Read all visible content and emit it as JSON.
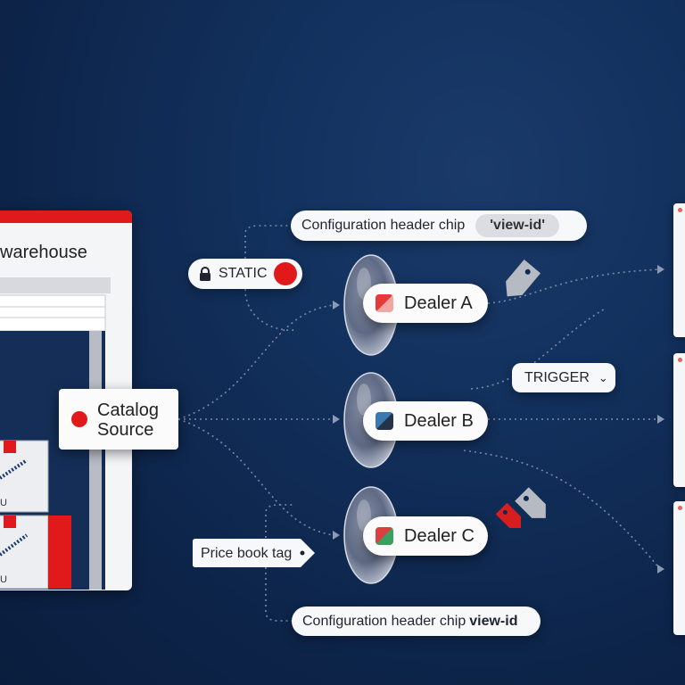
{
  "warehouse": {
    "title": "warehouse"
  },
  "catalog_source": {
    "line1": "Catalog",
    "line2": "Source"
  },
  "static_pill": {
    "label": "STATIC"
  },
  "config_chip_top": {
    "label": "Configuration header chip",
    "code": "'view-id'"
  },
  "config_chip_bottom": {
    "label": "Configuration header chip",
    "code": "view-id"
  },
  "price_book_tag": {
    "label": "Price book tag"
  },
  "trigger_pill": {
    "label": "TRIGGER"
  },
  "dealers": [
    {
      "label": "Dealer A",
      "colors": [
        "#e63a3a",
        "#f3a7a0"
      ]
    },
    {
      "label": "Dealer B",
      "colors": [
        "#3a78b0",
        "#24324a"
      ]
    },
    {
      "label": "Dealer C",
      "colors": [
        "#d94040",
        "#3aa060"
      ]
    }
  ],
  "box_labels": [
    "U",
    "U"
  ],
  "colors": {
    "accent_red": "#e01a1a",
    "background": "#0f2a52"
  }
}
